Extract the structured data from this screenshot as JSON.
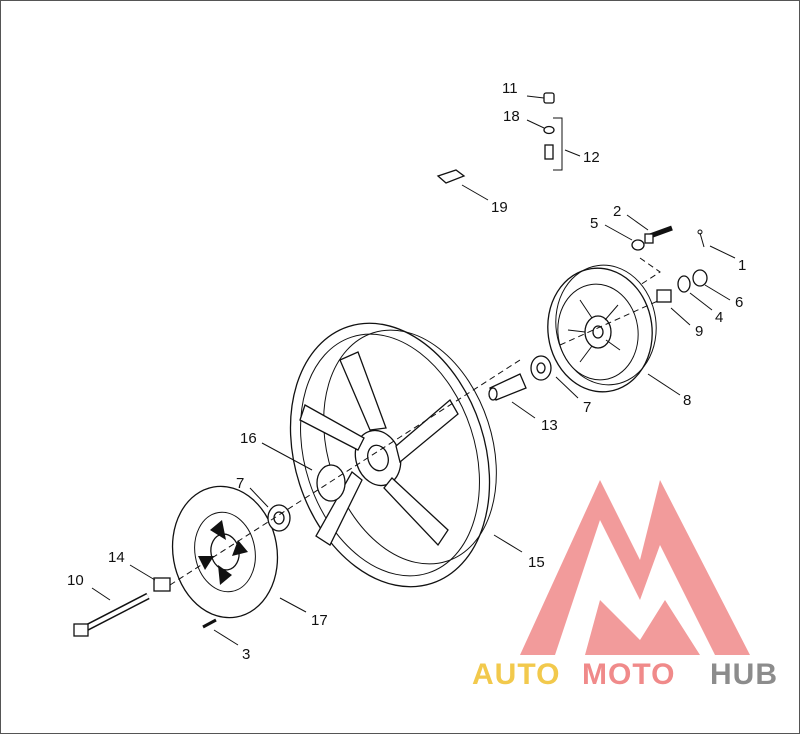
{
  "diagram": {
    "callouts": [
      {
        "id": "1",
        "label": "1"
      },
      {
        "id": "2",
        "label": "2"
      },
      {
        "id": "3",
        "label": "3"
      },
      {
        "id": "4",
        "label": "4"
      },
      {
        "id": "5",
        "label": "5"
      },
      {
        "id": "6",
        "label": "6"
      },
      {
        "id": "7a",
        "label": "7"
      },
      {
        "id": "7b",
        "label": "7"
      },
      {
        "id": "8",
        "label": "8"
      },
      {
        "id": "9",
        "label": "9"
      },
      {
        "id": "10",
        "label": "10"
      },
      {
        "id": "11",
        "label": "11"
      },
      {
        "id": "12",
        "label": "12"
      },
      {
        "id": "13",
        "label": "13"
      },
      {
        "id": "14",
        "label": "14"
      },
      {
        "id": "15",
        "label": "15"
      },
      {
        "id": "16",
        "label": "16"
      },
      {
        "id": "17",
        "label": "17"
      },
      {
        "id": "18",
        "label": "18"
      },
      {
        "id": "19",
        "label": "19"
      }
    ]
  },
  "watermark": {
    "text_auto": "AUTO",
    "text_moto": "MOTO",
    "text_hub": "HUB",
    "colors": {
      "auto": "#f2c94c",
      "moto": "#f08a8a",
      "hub": "#8c8c8c",
      "logo": "#f08a8a"
    }
  }
}
